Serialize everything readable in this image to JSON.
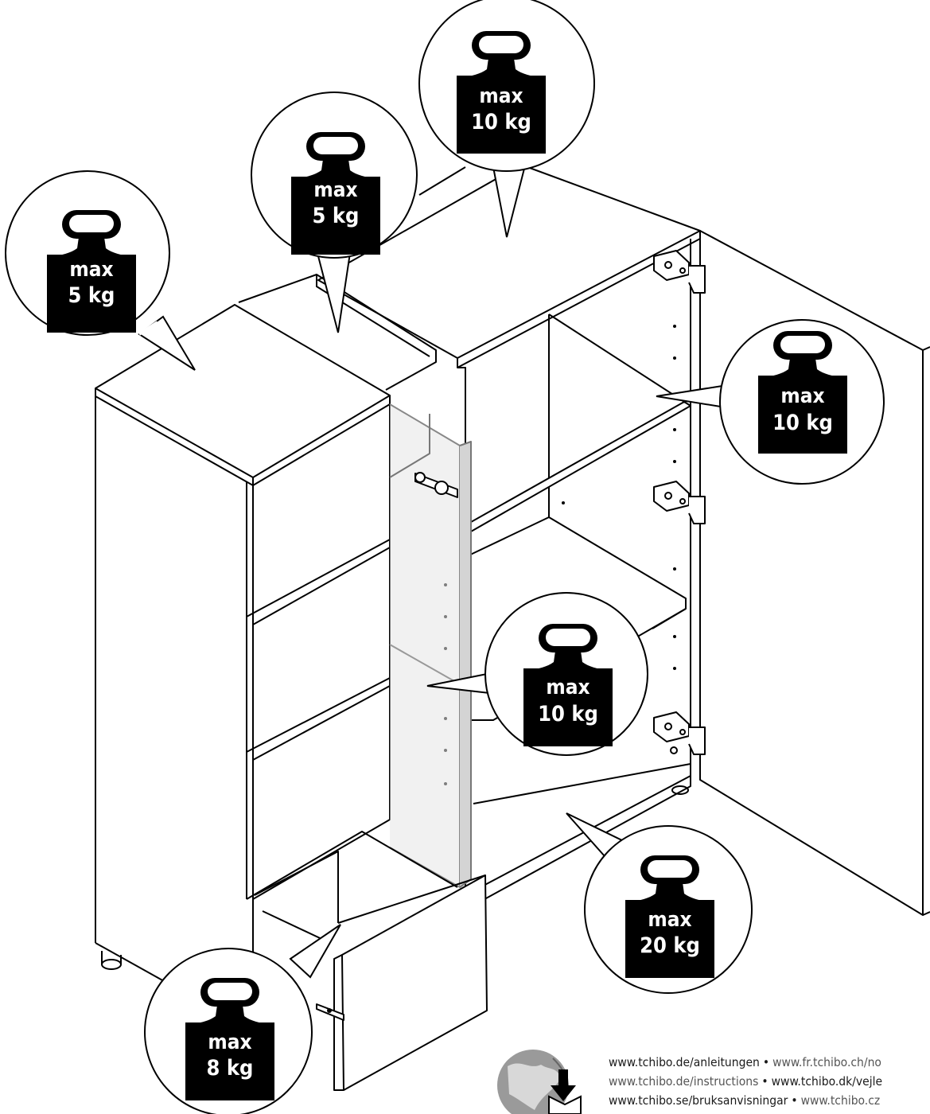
{
  "weights": [
    {
      "id": "top-left-box",
      "line1": "max",
      "line2": "5 kg"
    },
    {
      "id": "laundry-basket",
      "line1": "max",
      "line2": "5 kg"
    },
    {
      "id": "top-cabinet",
      "line1": "max",
      "line2": "10 kg"
    },
    {
      "id": "upper-shelf",
      "line1": "max",
      "line2": "10 kg"
    },
    {
      "id": "middle-shelf",
      "line1": "max",
      "line2": "10 kg"
    },
    {
      "id": "bottom-compartment",
      "line1": "max",
      "line2": "20 kg"
    },
    {
      "id": "drawer",
      "line1": "max",
      "line2": "8 kg"
    }
  ],
  "footer": {
    "line1": [
      "www.tchibo.de/anleitungen",
      "www.fr.tchibo.ch/no"
    ],
    "line2": [
      "www.tchibo.de/instructions",
      "www.tchibo.dk/vejle"
    ],
    "line3": [
      "www.tchibo.se/bruksanvisningar",
      "www.tchibo.cz"
    ]
  },
  "icons": [
    "globe-download-icon",
    "weight-icon"
  ]
}
